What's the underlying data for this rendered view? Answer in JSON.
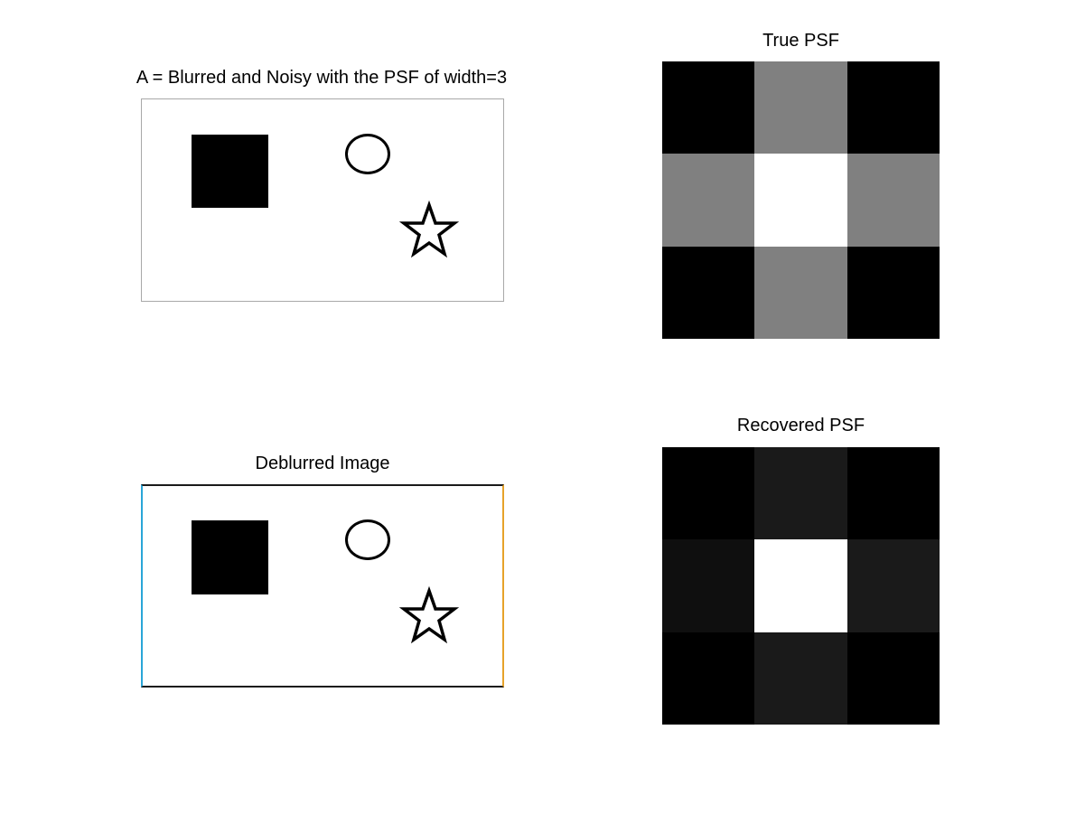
{
  "figure": {
    "blurred_panel": {
      "title": "A = Blurred and Noisy with the PSF of width=3"
    },
    "true_psf_panel": {
      "title": "True PSF",
      "grid_values": [
        [
          0.0,
          0.5,
          0.0
        ],
        [
          0.5,
          1.0,
          0.5
        ],
        [
          0.0,
          0.5,
          0.0
        ]
      ]
    },
    "deblurred_panel": {
      "title": "Deblurred Image"
    },
    "recovered_psf_panel": {
      "title": "Recovered PSF",
      "grid_values": [
        [
          0.0,
          0.1,
          0.0
        ],
        [
          0.06,
          1.0,
          0.1
        ],
        [
          0.0,
          0.1,
          0.0
        ]
      ]
    }
  },
  "colors": {
    "shape_fill": "#000000",
    "deblur_left_edge": "#2aa6d8",
    "deblur_right_edge": "#e6a22a"
  }
}
